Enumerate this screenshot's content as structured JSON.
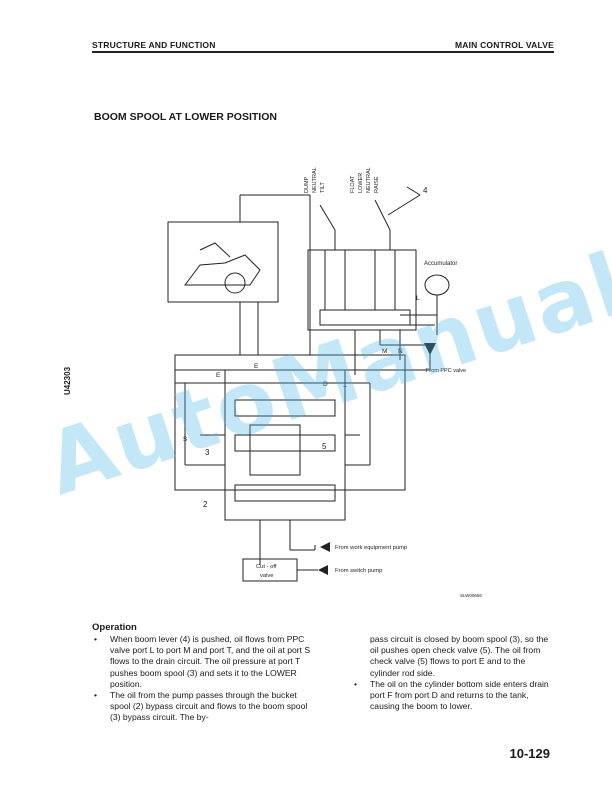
{
  "header": {
    "left": "STRUCTURE AND FUNCTION",
    "right": "MAIN CONTROL VALVE"
  },
  "section_title": "BOOM SPOOL AT LOWER POSITION",
  "side_code": "U42303",
  "watermark": "AutoManual",
  "diagram": {
    "lever_labels_left": [
      "DUMP",
      "NEUTRAL",
      "TILT"
    ],
    "lever_labels_right": [
      "FLOAT",
      "LOWER",
      "NEUTRAL",
      "RAISE"
    ],
    "callout_4": "4",
    "accumulator": "Accumulator",
    "port_L": "L",
    "port_M": "M",
    "port_N": "N",
    "from_ppc": "From PPC valve",
    "port_E_top": "E",
    "port_E": "E",
    "port_D": "D",
    "port_T": "T",
    "port_S": "S",
    "callout_3": "3",
    "callout_5": "5",
    "callout_2": "2",
    "from_work_pump": "From work equipment pump",
    "cutoff_line1": "Cut - off",
    "cutoff_line2": "valve",
    "from_switch_pump": "From switch pump",
    "figure_code": "SLW00656"
  },
  "operation": {
    "title": "Operation",
    "left": [
      {
        "bullet": "•",
        "text": "When boom lever (4) is pushed, oil flows from PPC valve port L to port M and port T, and the oil at port S flows to the drain circuit. The oil pressure at port T pushes boom spool (3) and sets it to the LOWER position."
      },
      {
        "bullet": "•",
        "text": "The oil from the pump passes through the bucket spool (2) bypass circuit and flows to the boom spool (3) bypass circuit. The by-"
      }
    ],
    "right_continuation": "pass circuit is closed by boom spool (3), so the oil pushes open check valve (5). The oil from check valve (5) flows to port E and to the cylinder rod side.",
    "right": [
      {
        "bullet": "•",
        "text": "The oil on the cylinder bottom side enters drain port F from port D and returns to the tank, causing the boom to lower."
      }
    ]
  },
  "page_number": "10-129"
}
